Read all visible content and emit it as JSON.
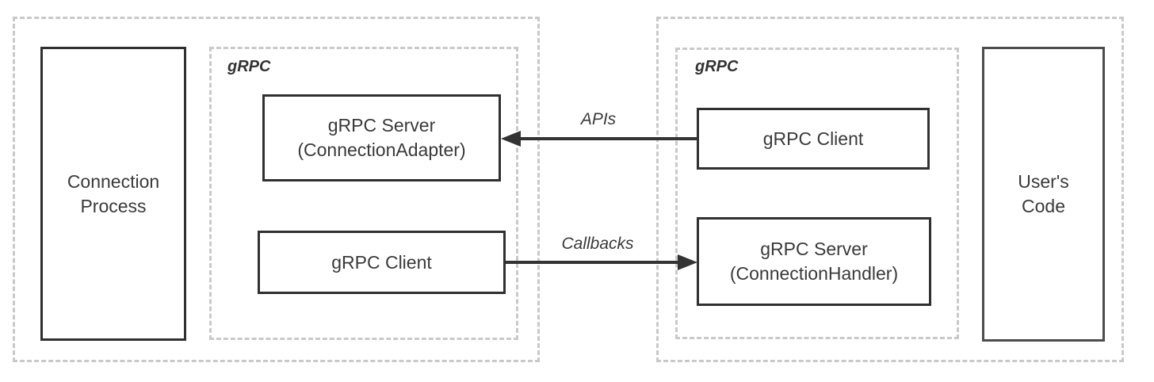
{
  "colors": {
    "box_border": "#303030",
    "code_box_border": "#4d4d4d",
    "dashed_border": "#c9c9c9",
    "arrow": "#333333",
    "text": "#3a3a3a",
    "background": "#ffffff"
  },
  "left_section": {
    "process_box": {
      "line1": "Connection",
      "line2": "Process"
    },
    "grpc_group_label": "gRPC",
    "server_box": {
      "line1": "gRPC Server",
      "line2": "(ConnectionAdapter)"
    },
    "client_box": {
      "label": "gRPC Client"
    }
  },
  "right_section": {
    "grpc_group_label": "gRPC",
    "client_box": {
      "label": "gRPC Client"
    },
    "server_box": {
      "line1": "gRPC Server",
      "line2": "(ConnectionHandler)"
    },
    "user_code_box": {
      "line1": "User's",
      "line2": "Code"
    }
  },
  "connections": {
    "apis_label": "APIs",
    "callbacks_label": "Callbacks"
  }
}
